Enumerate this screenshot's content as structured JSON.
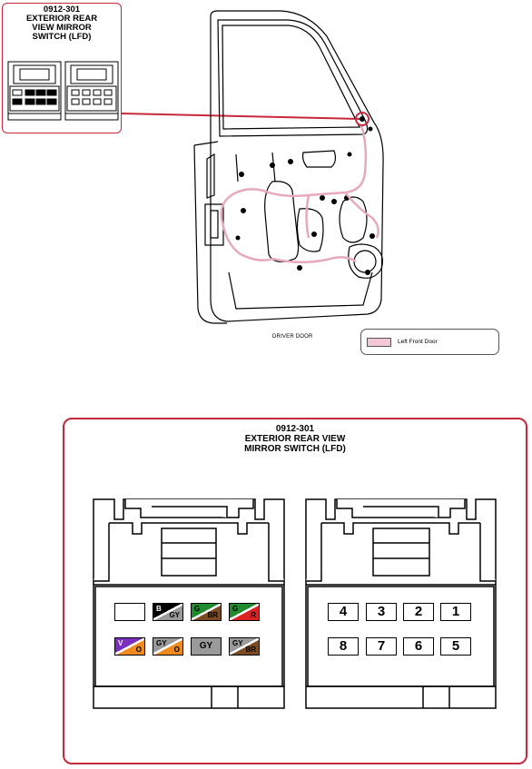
{
  "connector_id": "0912-301",
  "connector_name_lines": [
    "EXTERIOR REAR",
    "VIEW MIRROR",
    "SWITCH (LFD)"
  ],
  "connector_name_lines_large": [
    "EXTERIOR REAR VIEW",
    "MIRROR SWITCH (LFD)"
  ],
  "door_caption": "DRIVER DOOR",
  "legend": {
    "label": "Left Front Door",
    "swatch_color": "#f2c8d4"
  },
  "colors": {
    "callout": "#c8283c",
    "harness": "#e7a9bd"
  },
  "harness_face": {
    "top_row": [
      {
        "a": "",
        "b": "",
        "stripe": "none",
        "c1": "#ffffff",
        "c2": "#ffffff"
      },
      {
        "a": "B",
        "b": "GY",
        "stripe": "diag",
        "c1": "#000000",
        "c2": "#9a9a9a"
      },
      {
        "a": "G",
        "b": "BR",
        "stripe": "diag",
        "c1": "#1f8a2e",
        "c2": "#7a4a22"
      },
      {
        "a": "G",
        "b": "R",
        "stripe": "diag",
        "c1": "#1f8a2e",
        "c2": "#d92323"
      }
    ],
    "bottom_row": [
      {
        "a": "V",
        "b": "O",
        "stripe": "diag",
        "c1": "#7b2fbe",
        "c2": "#f08a1e"
      },
      {
        "a": "GY",
        "b": "O",
        "stripe": "diag",
        "c1": "#9a9a9a",
        "c2": "#f08a1e"
      },
      {
        "a": "GY",
        "b": "",
        "stripe": "solid",
        "c1": "#9a9a9a",
        "c2": "#9a9a9a"
      },
      {
        "a": "GY",
        "b": "BR",
        "stripe": "diag",
        "c1": "#9a9a9a",
        "c2": "#7a4a22"
      }
    ]
  },
  "terminal_face": {
    "top_row": [
      "4",
      "3",
      "2",
      "1"
    ],
    "bottom_row": [
      "8",
      "7",
      "6",
      "5"
    ]
  }
}
